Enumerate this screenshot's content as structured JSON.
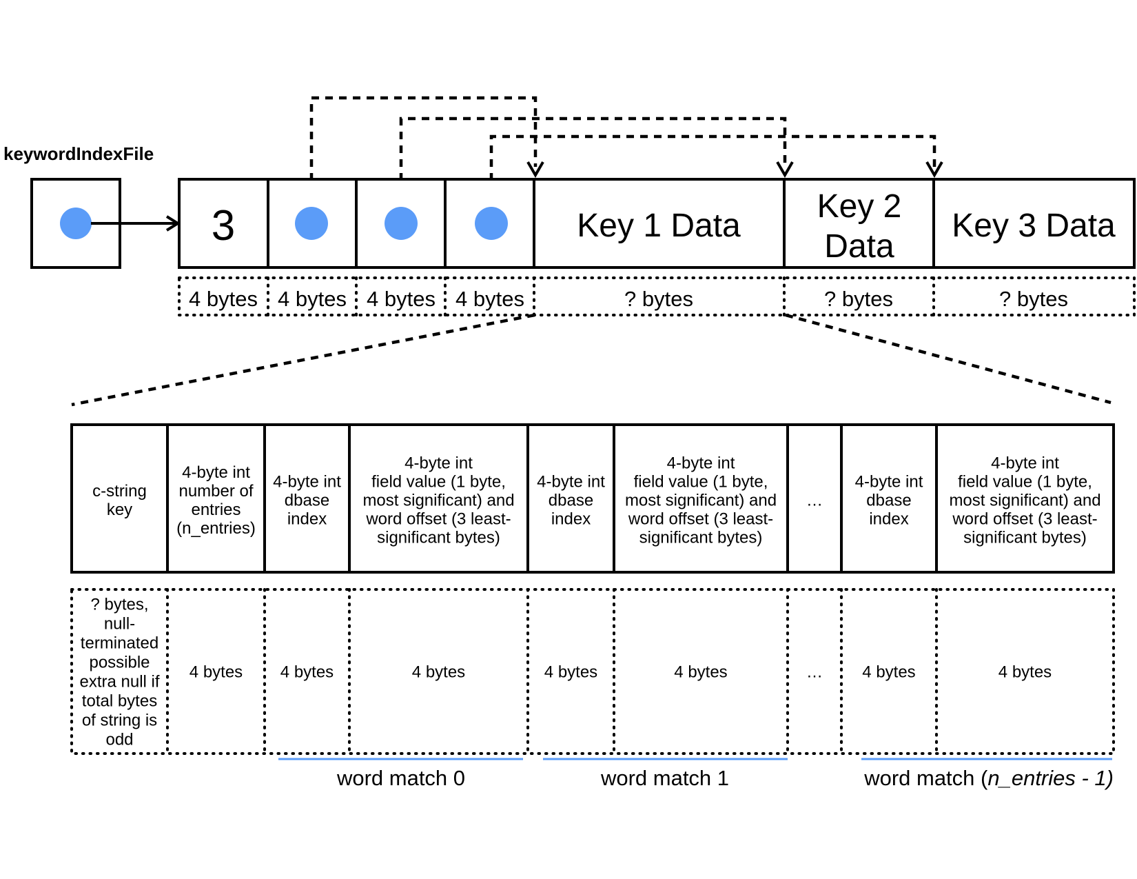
{
  "file_label": "keywordIndexFile",
  "top_row": {
    "count": "3",
    "pointer_cells": [
      "pointer-1",
      "pointer-2",
      "pointer-3"
    ],
    "keys": [
      "Key 1 Data",
      "Key 2 Data",
      "Key 3 Data"
    ],
    "sizes": [
      "4 bytes",
      "4 bytes",
      "4 bytes",
      "4 bytes",
      "? bytes",
      "? bytes",
      "? bytes"
    ]
  },
  "detail_row": {
    "cells": [
      {
        "lines": [
          "c-string",
          "key"
        ]
      },
      {
        "lines": [
          "4-byte int",
          "number of",
          "entries",
          "(n_entries)"
        ]
      },
      {
        "lines": [
          "4-byte int",
          "dbase",
          "index"
        ]
      },
      {
        "lines": [
          "4-byte int",
          "field value (1 byte,",
          "most significant) and",
          "word offset (3 least-",
          "significant bytes)"
        ]
      },
      {
        "lines": [
          "4-byte int",
          "dbase",
          "index"
        ]
      },
      {
        "lines": [
          "4-byte int",
          "field value (1 byte,",
          "most significant) and",
          "word offset (3 least-",
          "significant bytes)"
        ]
      },
      {
        "lines": [
          "…"
        ]
      },
      {
        "lines": [
          "4-byte int",
          "dbase",
          "index"
        ]
      },
      {
        "lines": [
          "4-byte int",
          "field value (1 byte,",
          "most significant) and",
          "word offset (3 least-",
          "significant bytes)"
        ]
      }
    ],
    "sizes": [
      {
        "lines": [
          "? bytes,",
          "null-",
          "terminated",
          "possible",
          "extra null if",
          "total bytes",
          "of string is",
          "odd"
        ]
      },
      {
        "lines": [
          "4 bytes"
        ]
      },
      {
        "lines": [
          "4 bytes"
        ]
      },
      {
        "lines": [
          "4 bytes"
        ]
      },
      {
        "lines": [
          "4 bytes"
        ]
      },
      {
        "lines": [
          "4 bytes"
        ]
      },
      {
        "lines": [
          "…"
        ]
      },
      {
        "lines": [
          "4 bytes"
        ]
      },
      {
        "lines": [
          "4 bytes"
        ]
      }
    ]
  },
  "word_matches": [
    {
      "label": "word match 0"
    },
    {
      "label": "word match 1"
    },
    {
      "label_prefix": "word match (",
      "label_italic": "n_entries - 1)"
    }
  ],
  "colors": {
    "pointer": "#5b9cf8",
    "underline": "#5b9cf8",
    "stroke": "#000000"
  }
}
